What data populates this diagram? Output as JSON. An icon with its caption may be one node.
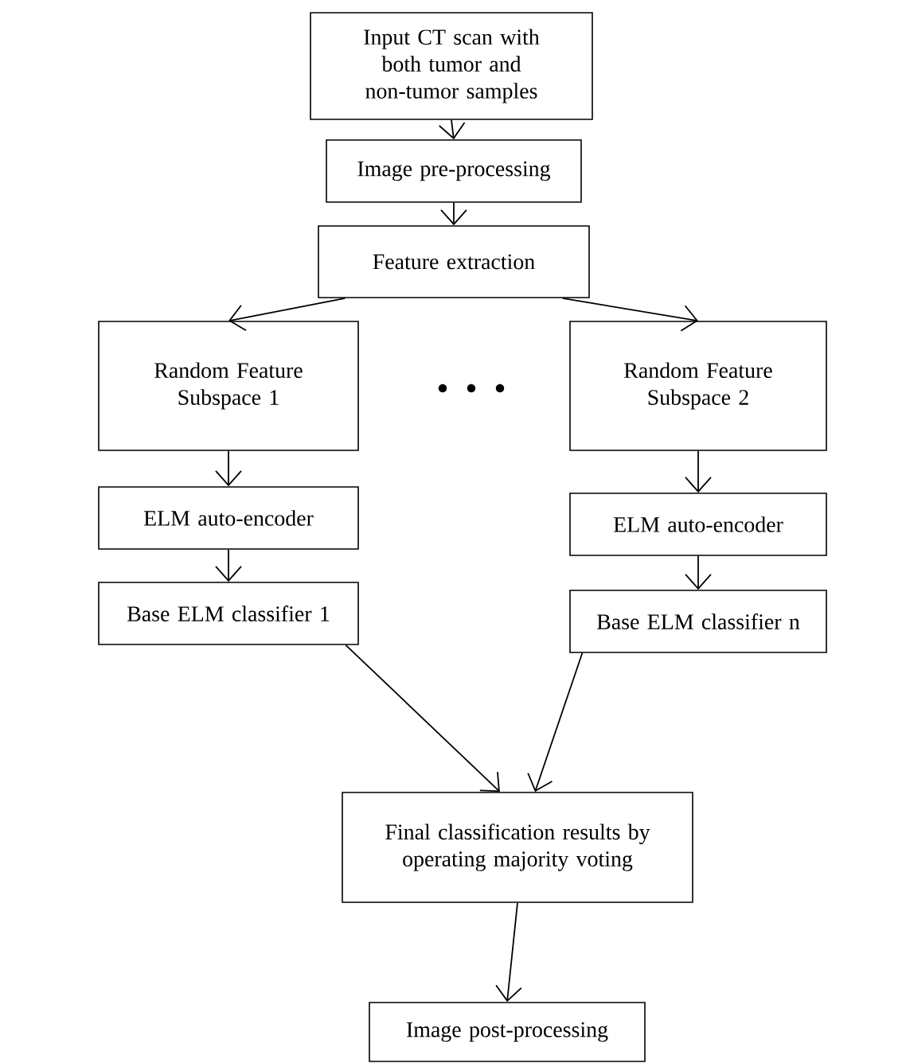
{
  "diagram": {
    "nodes": [
      {
        "text": [
          "Input CT scan with both tumor and non-tumor samples"
        ]
      },
      {
        "text": [
          "Image pre-processing"
        ]
      },
      {
        "text": [
          "Feature extraction"
        ]
      },
      {
        "text": [
          "Random Feature Subspace 1"
        ]
      },
      {
        "text": [
          "Random Feature Subspace 2"
        ]
      },
      {
        "text": [
          "ELM auto-encoder"
        ]
      },
      {
        "text": [
          "ELM auto-encoder"
        ]
      },
      {
        "text": [
          "Base ELM classifier 1"
        ]
      },
      {
        "text": [
          "Base ELM classifier n"
        ]
      },
      {
        "text": [
          "Final classification results by operating majority voting"
        ]
      },
      {
        "text": [
          "Image post-processing"
        ]
      }
    ],
    "edges": [
      {
        "from": 0,
        "to": 1,
        "arrow": "to"
      },
      {
        "from": 1,
        "to": 2,
        "arrow": "to"
      },
      {
        "from": 2,
        "to": 3,
        "arrow": "to"
      },
      {
        "from": 2,
        "to": 4,
        "arrow": "to"
      },
      {
        "from": 3,
        "to": 5,
        "arrow": "to"
      },
      {
        "from": 4,
        "to": 6,
        "arrow": "to"
      },
      {
        "from": 5,
        "to": 7,
        "arrow": "to"
      },
      {
        "from": 6,
        "to": 8,
        "arrow": "to"
      },
      {
        "from": 7,
        "to": 9,
        "arrow": "to"
      },
      {
        "from": 8,
        "to": 9,
        "arrow": "to"
      },
      {
        "from": 9,
        "to": 10,
        "arrow": "to"
      }
    ]
  }
}
